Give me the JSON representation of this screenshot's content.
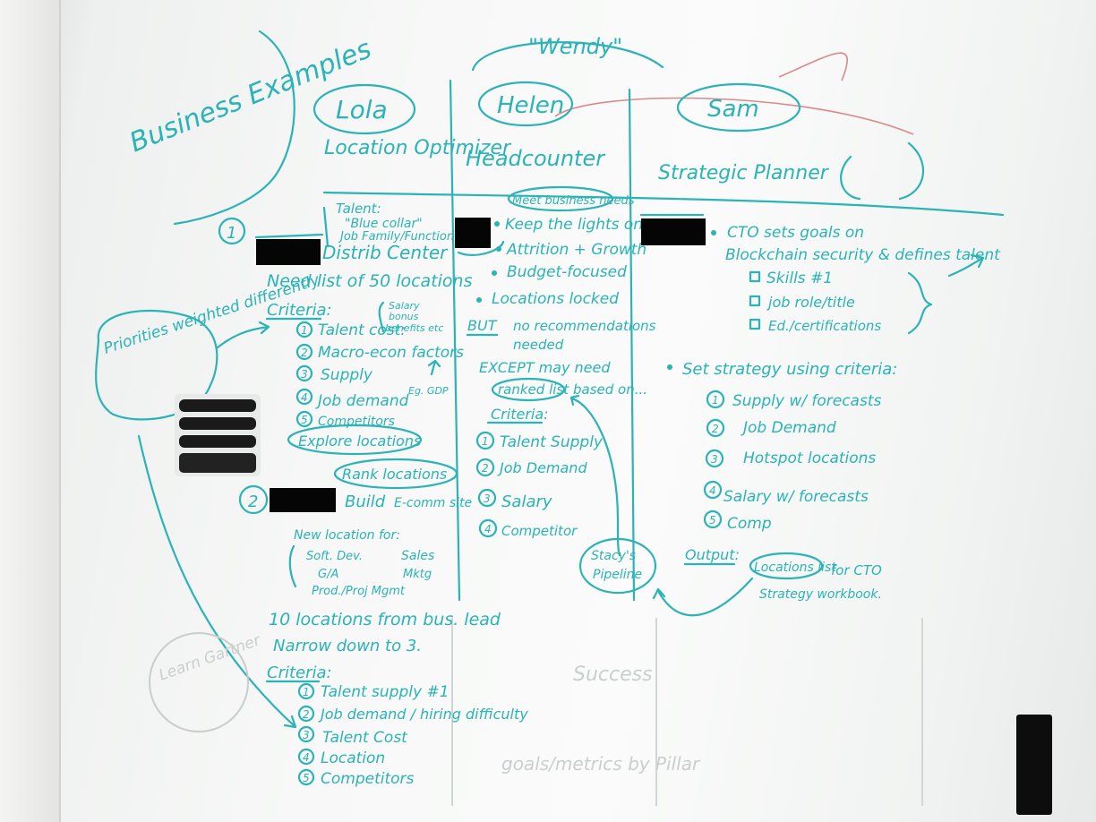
{
  "board": {
    "heading": "Business Examples",
    "wendy": "\"Wendy\"",
    "personas": [
      {
        "name": "Lola",
        "role": "Location Optimizer"
      },
      {
        "name": "Helen",
        "role": "Headcounter"
      },
      {
        "name": "Sam",
        "role": "Strategic Planner"
      }
    ],
    "priorities_note": "Priorities weighted differently",
    "learn_note": "Learn Gartner"
  },
  "lola": {
    "section1_num": "1",
    "talent_lines": [
      "Talent:",
      "\"Blue collar\"",
      "Job Family/Function"
    ],
    "distrib": "Distrib Center",
    "need": "Need list of 50 locations",
    "criteria_label": "Criteria:",
    "salary_note": [
      "Salary",
      "bonus",
      "benefits etc"
    ],
    "criteria": [
      "Talent cost:",
      "Macro-econ factors",
      "Supply",
      "Job demand",
      "Competitors"
    ],
    "eg_note": "Eg. GDP",
    "explore": "Explore locations",
    "rank": "Rank locations",
    "section2_num": "2",
    "build": "Build",
    "ecomm": "E-comm site",
    "new_location": "New location for:",
    "functions": [
      "Soft. Dev.",
      "Sales",
      "G/A",
      "Mktg",
      "Prod./Proj Mgmt"
    ],
    "ten_locations": "10 locations from bus. lead",
    "narrow": "Narrow down to 3.",
    "criteria2_label": "Criteria:",
    "criteria2": [
      "Talent supply #1",
      "Job demand / hiring difficulty",
      "Talent Cost",
      "Location",
      "Competitors"
    ]
  },
  "helen": {
    "meet": "Meet business needs",
    "bullets": [
      "Keep the lights on",
      "Attrition + Growth",
      "Budget-focused",
      "Locations locked"
    ],
    "but": "BUT",
    "no_recs": [
      "no recommendations",
      "needed"
    ],
    "except": "EXCEPT may need",
    "ranked": "ranked list",
    "based_on": "based on...",
    "criteria_label": "Criteria:",
    "criteria": [
      "Talent Supply",
      "Job Demand",
      "Salary",
      "Competitor"
    ],
    "pipeline": [
      "Stacy's",
      "Pipeline"
    ]
  },
  "sam": {
    "cto_lines": [
      "CTO sets goals on",
      "Blockchain security & defines talent"
    ],
    "checks": [
      "Skills #1",
      "job role/title",
      "Ed./certifications"
    ],
    "strategy": "Set strategy using criteria:",
    "criteria": [
      "Supply w/ forecasts",
      "Job Demand",
      "Hotspot locations",
      "Salary w/ forecasts",
      "Comp"
    ],
    "output_label": "Output:",
    "locations_list": "Locations list",
    "for_cto": "for CTO",
    "workbook": "Strategy workbook."
  }
}
